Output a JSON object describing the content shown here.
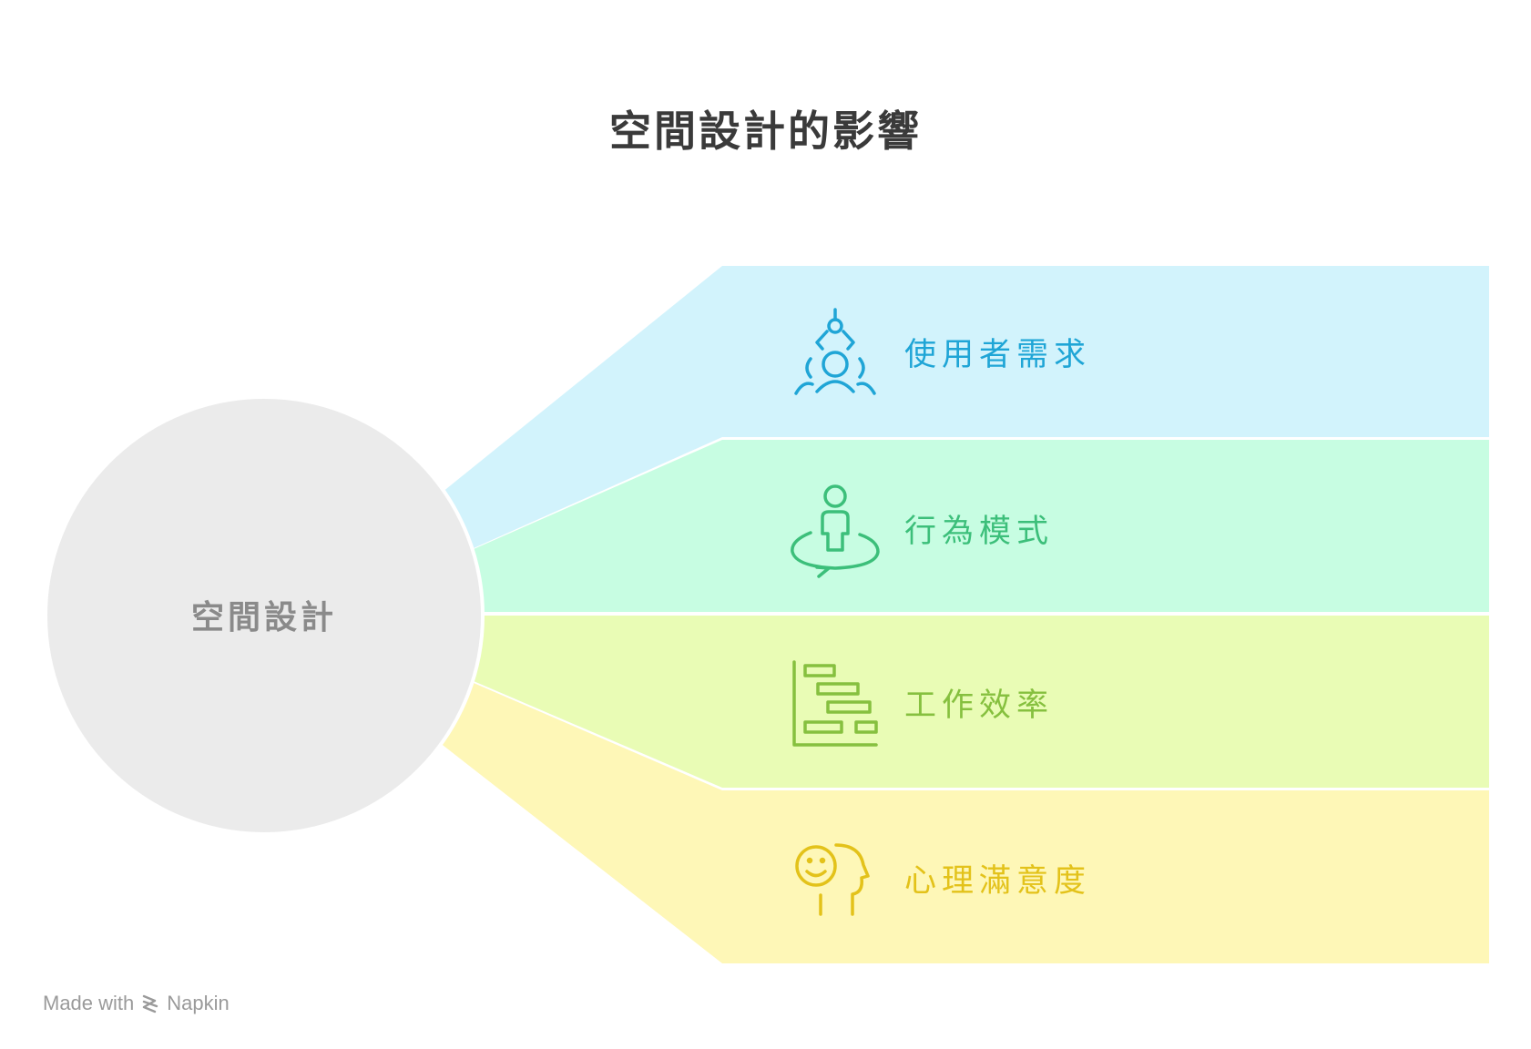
{
  "title": "空間設計的影響",
  "center": {
    "label": "空間設計",
    "color": "#ebebeb"
  },
  "items": [
    {
      "label": "使用者需求",
      "icon": "user-needs-icon",
      "color": "#1fa5d6",
      "bg": "#d2f3fc"
    },
    {
      "label": "行為模式",
      "icon": "movement-pattern-icon",
      "color": "#3cbf7a",
      "bg": "#c7fde2"
    },
    {
      "label": "工作效率",
      "icon": "gantt-efficiency-icon",
      "color": "#86c03f",
      "bg": "#e9fcb5"
    },
    {
      "label": "心理滿意度",
      "icon": "satisfaction-head-icon",
      "color": "#e3c21a",
      "bg": "#fef7b7"
    }
  ],
  "footer": {
    "made_with": "Made with",
    "brand": "Napkin"
  }
}
